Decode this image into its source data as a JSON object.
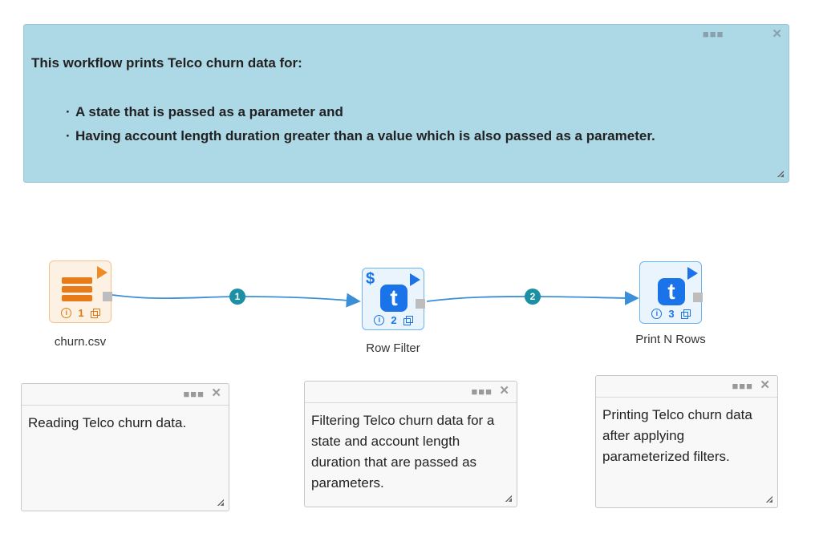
{
  "main_note": {
    "title": "This workflow prints Telco churn data for:",
    "bullets": [
      "A state that is passed as a parameter and",
      "Having account length duration greater than a value which is also passed as a parameter."
    ]
  },
  "nodes": [
    {
      "label": "churn.csv",
      "number": "1",
      "icon": "csv-reader-icon"
    },
    {
      "label": "Row Filter",
      "number": "2",
      "icon": "t-icon"
    },
    {
      "label": "Print N Rows",
      "number": "3",
      "icon": "t-icon"
    }
  ],
  "edges": [
    {
      "number": "1"
    },
    {
      "number": "2"
    }
  ],
  "notes": [
    {
      "text": "Reading Telco churn data."
    },
    {
      "text": "Filtering Telco churn data for a state and account length duration that are passed as parameters."
    },
    {
      "text": "Printing Telco churn data after applying parameterized filters."
    }
  ],
  "colors": {
    "main_note_bg": "#add8e6",
    "orange_node": "#f08a24",
    "blue_node": "#1a73e8",
    "edge": "#3a8fd8",
    "edge_badge": "#1b8fa3"
  }
}
